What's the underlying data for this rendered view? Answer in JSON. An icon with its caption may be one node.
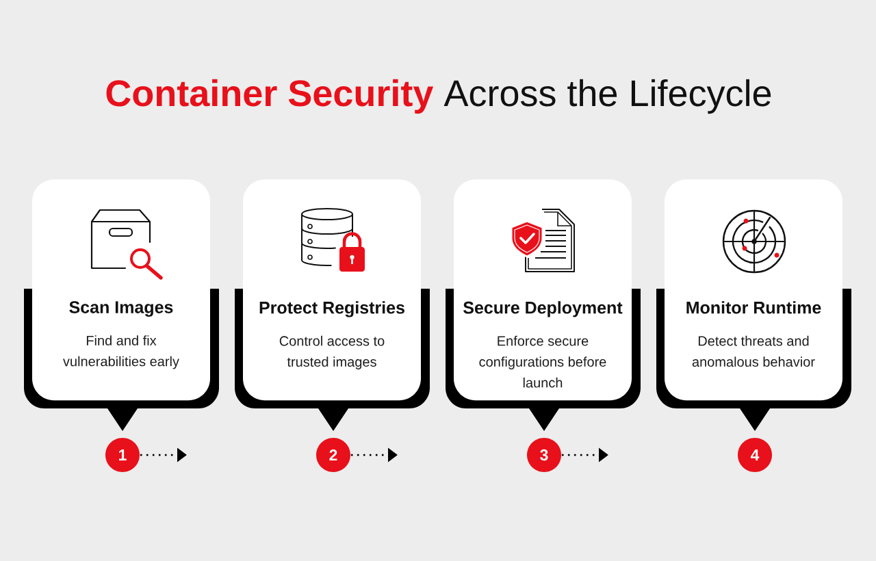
{
  "diagram": {
    "title": "**Container Security** Across the Lifecycle",
    "nodes": [
      {
        "text": [
          "Scan Images",
          "Find and fix vulnerabilities early"
        ]
      },
      {
        "text": [
          "Protect Registries",
          "Control access to trusted images"
        ]
      },
      {
        "text": [
          "Secure Deployment",
          "Enforce secure configurations before launch"
        ]
      },
      {
        "text": [
          "Monitor Runtime",
          "Detect threats and anomalous behavior"
        ]
      },
      {
        "text": [
          "1"
        ]
      },
      {
        "text": [
          "2"
        ]
      },
      {
        "text": [
          "3"
        ]
      },
      {
        "text": [
          "4"
        ]
      }
    ],
    "edges": [
      {
        "from": 4,
        "to": null,
        "arrow": "to"
      },
      {
        "from": 5,
        "to": null,
        "arrow": "to"
      },
      {
        "from": 6,
        "to": null,
        "arrow": "to"
      }
    ]
  }
}
